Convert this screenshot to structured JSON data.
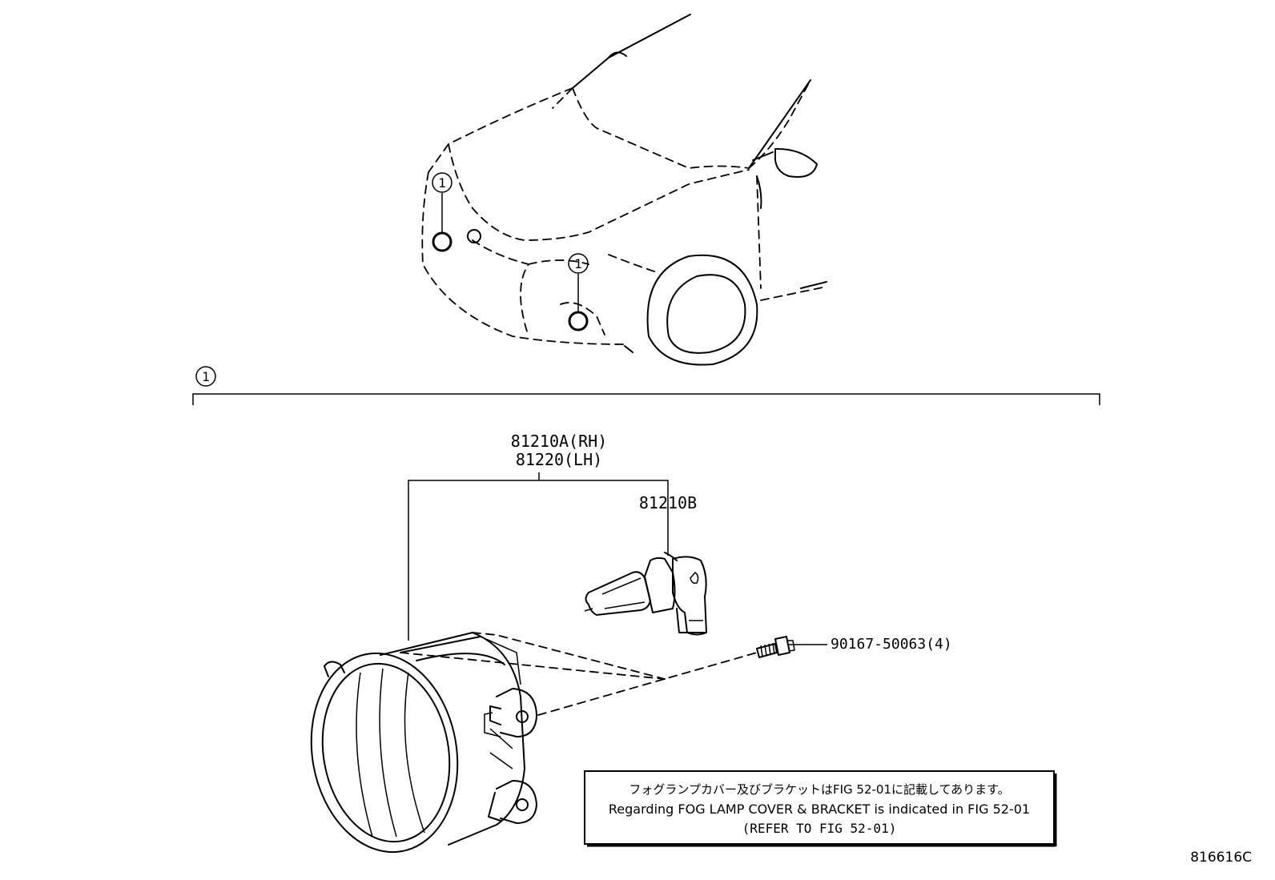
{
  "callout_number": "1",
  "parts": {
    "fog_lamp_rh": "81210A(RH)",
    "fog_lamp_lh": "81220(LH)",
    "bulb": "81210B",
    "screw": "90167-50063(4)"
  },
  "note": {
    "line_ja": "フォグランプカバー及びブラケットはFIG 52-01に記載してあります。",
    "line_en": "Regarding FOG LAMP COVER & BRACKET is indicated in FIG 52-01",
    "line_ref": "(REFER TO FIG 52-01)"
  },
  "figure_id": "816616C"
}
